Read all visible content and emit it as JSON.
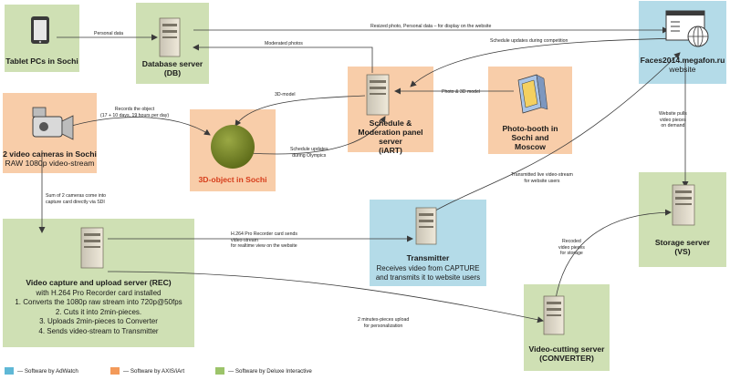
{
  "nodes": {
    "tablets": {
      "title": "Tablet PCs in Sochi"
    },
    "database": {
      "title": "Database server",
      "sub": "(DB)"
    },
    "website": {
      "title": "Faces2014.megafon.ru",
      "sub": "website"
    },
    "cameras": {
      "title": "2 video cameras in Sochi",
      "sub": "RAW 1080p video-stream"
    },
    "object3d": {
      "title": "3D-object in Sochi"
    },
    "schedule": {
      "title": "Schedule & Moderation panel server",
      "sub": "(iART)"
    },
    "photobooth": {
      "title": "Photo-booth in Sochi and Moscow"
    },
    "capture": {
      "title": "Video capture and upload server (REC)",
      "desc": [
        "with H.264 Pro Recorder card installed",
        "1. Converts the 1080p raw stream into 720p@50fps",
        "2. Cuts it into 2min-pieces.",
        "3. Uploads 2min-pieces to Converter",
        "4. Sends video-stream to Transmitter"
      ]
    },
    "transmitter": {
      "title": "Transmitter",
      "desc": [
        "Receives video from CAPTURE",
        "and transmits it to website users"
      ]
    },
    "storage": {
      "title": "Storage server",
      "sub": "(VS)"
    },
    "converter": {
      "title": "Video-cutting server",
      "sub": "(CONVERTER)"
    }
  },
  "edges": {
    "personal_data": "Personal data",
    "resized_photo": "Resized photo, Personal data – for display on the website",
    "moderated_photos": "Moderated photos",
    "schedule_updates_comp": "Schedule updates during competition",
    "model_3d": "3D-model",
    "photo_3d_model": "Photo & 3D model",
    "records_object": [
      "Records the object",
      "(17 + 10 days, 19 hours per day)"
    ],
    "schedule_updates_olympics": [
      "Schedule updates",
      "during Olympics"
    ],
    "website_pulls": [
      "Website pulls",
      "video pieces",
      "on demand"
    ],
    "transmitted_live": [
      "Transmitted live video-stream",
      "for website users"
    ],
    "sum_cameras": [
      "Sum of 2 cameras come into",
      "capture card directly via SDI"
    ],
    "h264_card": [
      "H.264 Pro Recorder card sends",
      "video-stream",
      "for realtime view on the website"
    ],
    "recoded": [
      "Recoded",
      "video pieces",
      "for storage"
    ],
    "upload_2min": [
      "2 minutes-pieces upload",
      "for personalization"
    ]
  },
  "legend": [
    {
      "label": "— Software by AdWatch",
      "color": "#5fb8d6"
    },
    {
      "label": "— Software by AXIS/iArt",
      "color": "#f39a5a"
    },
    {
      "label": "— Software by Deluxe Interactive",
      "color": "#9cc46a"
    }
  ],
  "colors": {
    "green": "#cfe0b4",
    "orange": "#f8cda9",
    "blue": "#b4dbe8",
    "sphere": "#7a8a2a",
    "object_title": "#d63c1a"
  }
}
